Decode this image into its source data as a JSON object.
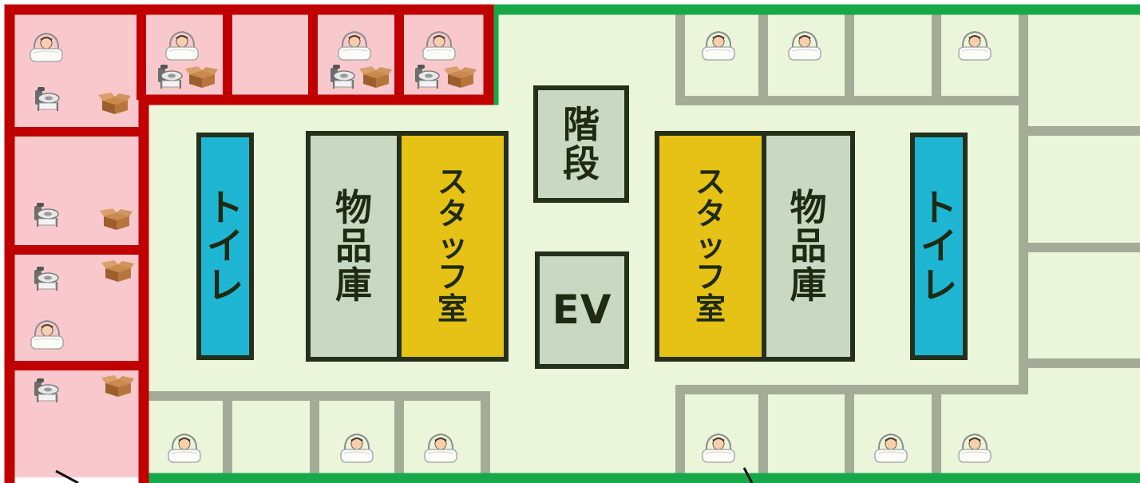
{
  "floor_plan": {
    "colors": {
      "red_zone_fill": "#f9c8cc",
      "red_zone_border": "#c00000",
      "green_zone_fill": "#eaf5da",
      "green_zone_border": "#17a84a",
      "room_border_gray": "#a4ab96",
      "core_gray": "#c9d8c3",
      "toilet": "#1eb6d3",
      "staff_room": "#e6c116",
      "core_outline": "#243019"
    },
    "labels": {
      "stairs": "階段",
      "elevator": "EV",
      "storage_left": "物品庫",
      "staff_left": "スタッフ室",
      "toilet_left": "トイレ",
      "storage_right": "物品庫",
      "staff_right": "スタッフ室",
      "toilet_right": "トイレ"
    },
    "icons": [
      "patient-bed-icon",
      "portable-toilet-icon",
      "cardboard-box-icon"
    ]
  }
}
